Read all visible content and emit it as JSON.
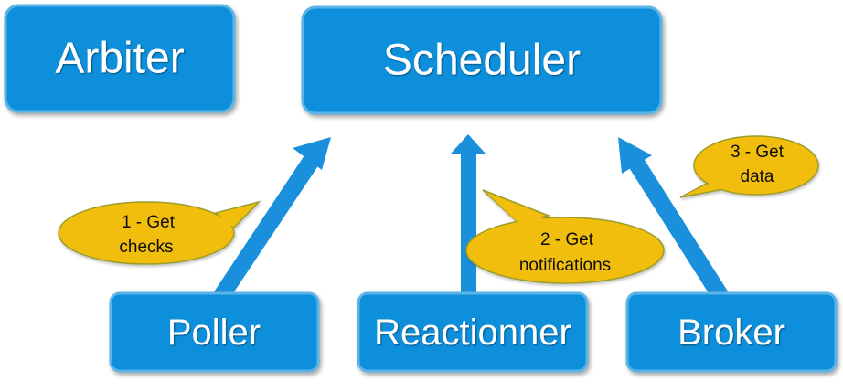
{
  "colors": {
    "box_fill": "#0a8fdc",
    "box_stroke": "#5bb4e6",
    "arrow": "#1a8fdc",
    "bubble_fill": "#f2be0c",
    "bubble_stroke": "#9c9c2a",
    "box_text": "#ffffff",
    "bubble_text": "#111111"
  },
  "nodes": {
    "arbiter": "Arbiter",
    "scheduler": "Scheduler",
    "poller": "Poller",
    "reactionner": "Reactionner",
    "broker": "Broker"
  },
  "callouts": {
    "poller": {
      "line1": "1 - Get",
      "line2": "checks"
    },
    "reactionner": {
      "line1": "2 - Get",
      "line2": "notifications"
    },
    "broker": {
      "line1": "3 - Get",
      "line2": "data"
    }
  },
  "edges": [
    {
      "from": "poller",
      "to": "scheduler",
      "callout": "poller"
    },
    {
      "from": "reactionner",
      "to": "scheduler",
      "callout": "reactionner"
    },
    {
      "from": "broker",
      "to": "scheduler",
      "callout": "broker"
    }
  ]
}
